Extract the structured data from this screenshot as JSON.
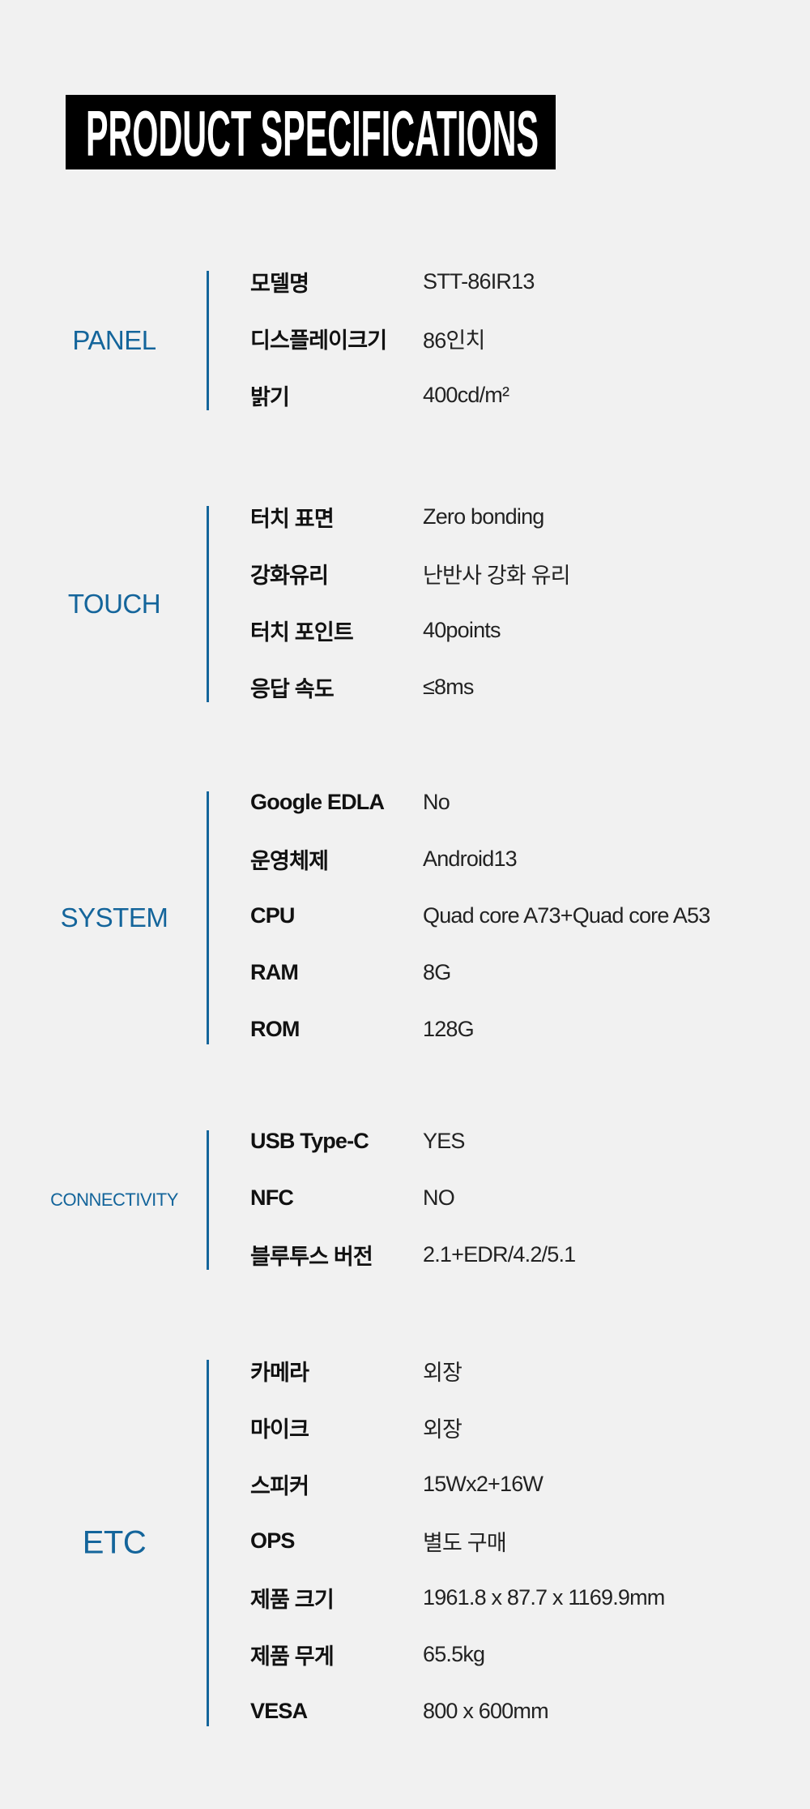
{
  "title": "PRODUCT SPECIFICATIONS",
  "colors": {
    "accent": "#14659b",
    "background": "#f1f1f1",
    "title_bg": "#000000"
  },
  "sections": [
    {
      "label": "PANEL",
      "rows": [
        {
          "key": "모델명",
          "value": "STT-86IR13"
        },
        {
          "key": "디스플레이크기",
          "value": "86인치"
        },
        {
          "key": "밝기",
          "value": "400cd/m²"
        }
      ]
    },
    {
      "label": "TOUCH",
      "rows": [
        {
          "key": "터치 표면",
          "value": "Zero bonding"
        },
        {
          "key": "강화유리",
          "value": "난반사 강화 유리"
        },
        {
          "key": "터치 포인트",
          "value": "40points"
        },
        {
          "key": "응답 속도",
          "value": "≤8ms"
        }
      ]
    },
    {
      "label": "SYSTEM",
      "rows": [
        {
          "key": "Google EDLA",
          "value": "No"
        },
        {
          "key": "운영체제",
          "value": "Android13"
        },
        {
          "key": "CPU",
          "value": "Quad core A73+Quad core A53"
        },
        {
          "key": "RAM",
          "value": "8G"
        },
        {
          "key": "ROM",
          "value": "128G"
        }
      ]
    },
    {
      "label": "CONNECTIVITY",
      "rows": [
        {
          "key": "USB Type-C",
          "value": "YES"
        },
        {
          "key": "NFC",
          "value": "NO"
        },
        {
          "key": "블루투스 버전",
          "value": "2.1+EDR/4.2/5.1"
        }
      ]
    },
    {
      "label": "ETC",
      "rows": [
        {
          "key": "카메라",
          "value": "외장"
        },
        {
          "key": "마이크",
          "value": "외장"
        },
        {
          "key": "스피커",
          "value": "15Wx2+16W"
        },
        {
          "key": "OPS",
          "value": "별도 구매"
        },
        {
          "key": "제품 크기",
          "value": "1961.8 x 87.7 x 1169.9mm"
        },
        {
          "key": "제품 무게",
          "value": "65.5kg"
        },
        {
          "key": "VESA",
          "value": "800 x 600mm"
        }
      ]
    }
  ]
}
